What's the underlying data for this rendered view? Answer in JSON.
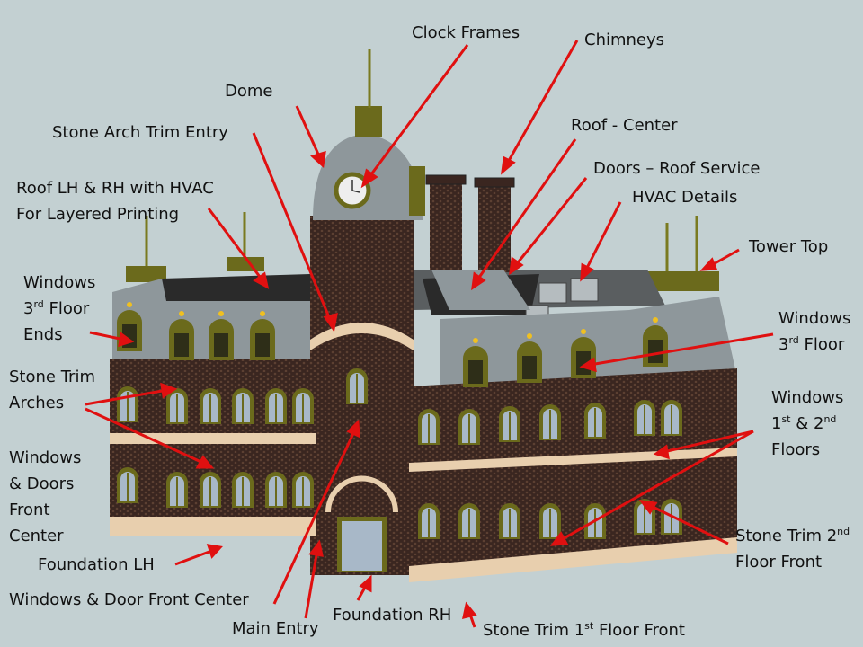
{
  "labels": {
    "clock_frames": "Clock Frames",
    "chimneys": "Chimneys",
    "dome": "Dome",
    "stone_arch_trim_entry": "Stone Arch Trim Entry",
    "roof_lh_rh_1": "Roof LH & RH with HVAC",
    "roof_lh_rh_2": "For Layered Printing",
    "roof_center": "Roof - Center",
    "doors_roof_service": "Doors – Roof Service",
    "hvac_details": "HVAC Details",
    "tower_top": "Tower Top",
    "windows_3rd_ends_1": "Windows",
    "windows_3rd_ends_2a": "3",
    "windows_3rd_ends_2sup": "rd",
    "windows_3rd_ends_2b": " Floor",
    "windows_3rd_ends_3": "Ends",
    "windows_3rd_1": "Windows",
    "windows_3rd_2a": "3",
    "windows_3rd_2sup": "rd",
    "windows_3rd_2b": " Floor",
    "stone_trim_arches_1": "Stone Trim",
    "stone_trim_arches_2": "Arches",
    "windows_1_2_1": "Windows",
    "windows_1_2_2a": "1",
    "windows_1_2_2sup1": "st",
    "windows_1_2_2b": " & 2",
    "windows_1_2_2sup2": "nd",
    "windows_1_2_3": "Floors",
    "windows_doors_fc_1": "Windows",
    "windows_doors_fc_2": "& Doors",
    "windows_doors_fc_3": "Front",
    "windows_doors_fc_4": "Center",
    "foundation_lh": "Foundation LH",
    "stone_trim_2nd_1a": "Stone Trim 2",
    "stone_trim_2nd_1sup": "nd",
    "stone_trim_2nd_2": "Floor Front",
    "windows_door_front_center": "Windows & Door Front Center",
    "main_entry": "Main Entry",
    "foundation_rh": "Foundation RH",
    "stone_trim_1st_a": "Stone Trim 1",
    "stone_trim_1st_sup": "st",
    "stone_trim_1st_b": " Floor Front"
  },
  "colors": {
    "background": "#c3d0d2",
    "arrow": "#e01010",
    "brick": "#3a2620",
    "roof": "#8e979b",
    "window_frame": "#6b6a1c",
    "stone_trim": "#e8cfae"
  }
}
